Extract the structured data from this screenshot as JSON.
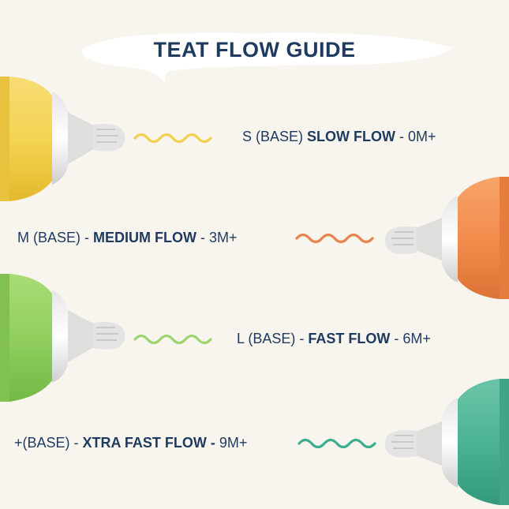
{
  "title": "TEAT FLOW GUIDE",
  "colors": {
    "text": "#1e3a5f",
    "background": "#f8f5ee",
    "yellow": "#f2cf4d",
    "orange": "#f08a4b",
    "green": "#8fcf5a",
    "teal": "#3fae8f"
  },
  "items": [
    {
      "prefix": "S (BASE) ",
      "bold": "SLOW FLOW",
      "suffix": " - 0M+",
      "color": "yellow",
      "wave": "yellow-wave-icon"
    },
    {
      "prefix": "M (BASE) - ",
      "bold": "MEDIUM FLOW",
      "suffix": " - 3M+",
      "color": "orange",
      "wave": "orange-wave-icon"
    },
    {
      "prefix": "L (BASE) - ",
      "bold": "FAST FLOW",
      "suffix": " - 6M+",
      "color": "green",
      "wave": "green-wave-icon"
    },
    {
      "prefix": "+(BASE) - ",
      "bold": "XTRA FAST FLOW -",
      "suffix": " 9M+",
      "color": "teal",
      "wave": "teal-wave-icon"
    }
  ]
}
